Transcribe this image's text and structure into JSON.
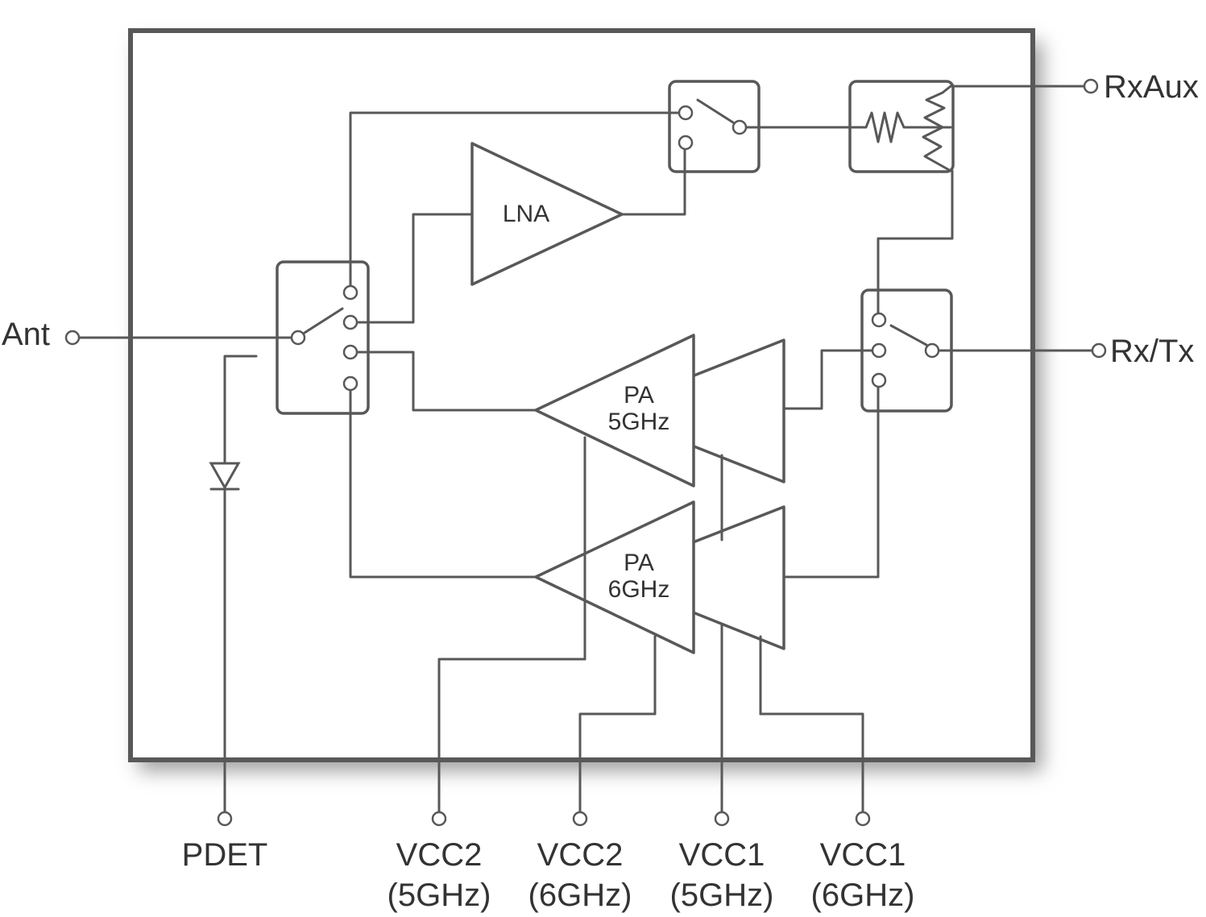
{
  "ports": {
    "ant": "Ant",
    "rxaux": "RxAux",
    "rxtx": "Rx/Tx",
    "pdet": "PDET",
    "vcc2_5": [
      "VCC2",
      "(5GHz)"
    ],
    "vcc2_6": [
      "VCC2",
      "(6GHz)"
    ],
    "vcc1_5": [
      "VCC1",
      "(5GHz)"
    ],
    "vcc1_6": [
      "VCC1",
      "(6GHz)"
    ]
  },
  "blocks": {
    "lna": "LNA",
    "pa5": [
      "PA",
      "5GHz"
    ],
    "pa6": [
      "PA",
      "6GHz"
    ]
  },
  "colors": {
    "line": "#585858",
    "text": "#333333",
    "shadow": "#9a9a9a"
  }
}
